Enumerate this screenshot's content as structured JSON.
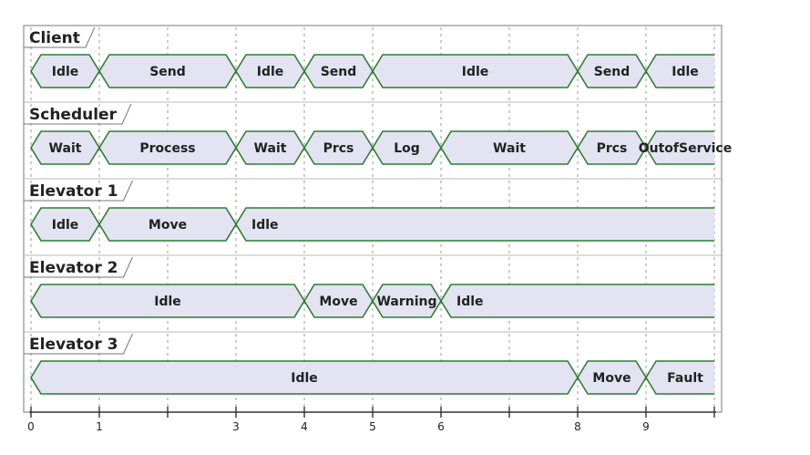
{
  "diagram": {
    "type": "timing",
    "ticks": [
      {
        "t": 0,
        "label": "0"
      },
      {
        "t": 1,
        "label": "1"
      },
      {
        "t": 2,
        "label": ""
      },
      {
        "t": 3,
        "label": "3"
      },
      {
        "t": 4,
        "label": "4"
      },
      {
        "t": 5,
        "label": "5"
      },
      {
        "t": 6,
        "label": "6"
      },
      {
        "t": 7,
        "label": ""
      },
      {
        "t": 8,
        "label": "8"
      },
      {
        "t": 9,
        "label": "9"
      },
      {
        "t": 10,
        "label": ""
      }
    ],
    "lanes": [
      {
        "name": "Client",
        "states": [
          {
            "label": "Idle",
            "start": 0,
            "end": 1
          },
          {
            "label": "Send",
            "start": 1,
            "end": 3
          },
          {
            "label": "Idle",
            "start": 3,
            "end": 4
          },
          {
            "label": "Send",
            "start": 4,
            "end": 5
          },
          {
            "label": "Idle",
            "start": 5,
            "end": 8
          },
          {
            "label": "Send",
            "start": 8,
            "end": 9
          },
          {
            "label": "Idle",
            "start": 9,
            "end": 10,
            "open_end": true
          }
        ]
      },
      {
        "name": "Scheduler",
        "states": [
          {
            "label": "Wait",
            "start": 0,
            "end": 1
          },
          {
            "label": "Process",
            "start": 1,
            "end": 3
          },
          {
            "label": "Wait",
            "start": 3,
            "end": 4
          },
          {
            "label": "Prcs",
            "start": 4,
            "end": 5
          },
          {
            "label": "Log",
            "start": 5,
            "end": 6
          },
          {
            "label": "Wait",
            "start": 6,
            "end": 8
          },
          {
            "label": "Prcs",
            "start": 8,
            "end": 9
          },
          {
            "label": "OutofService",
            "start": 9,
            "end": 10,
            "open_end": true
          }
        ]
      },
      {
        "name": "Elevator 1",
        "states": [
          {
            "label": "Idle",
            "start": 0,
            "end": 1
          },
          {
            "label": "Move",
            "start": 1,
            "end": 3
          },
          {
            "label": "Idle",
            "start": 3,
            "end": 10,
            "open_end": true,
            "align": "left"
          }
        ]
      },
      {
        "name": "Elevator 2",
        "states": [
          {
            "label": "Idle",
            "start": 0,
            "end": 4
          },
          {
            "label": "Move",
            "start": 4,
            "end": 5
          },
          {
            "label": "Warning",
            "start": 5,
            "end": 6
          },
          {
            "label": "Idle",
            "start": 6,
            "end": 10,
            "open_end": true,
            "align": "left"
          }
        ]
      },
      {
        "name": "Elevator 3",
        "states": [
          {
            "label": "Idle",
            "start": 0,
            "end": 8
          },
          {
            "label": "Move",
            "start": 8,
            "end": 9
          },
          {
            "label": "Fault",
            "start": 9,
            "end": 10,
            "open_end": true
          }
        ]
      }
    ],
    "colors": {
      "state_fill": "#e3e3f2",
      "state_stroke": "#2e7d32",
      "grid": "#9a9a9a",
      "text": "#222222"
    }
  }
}
